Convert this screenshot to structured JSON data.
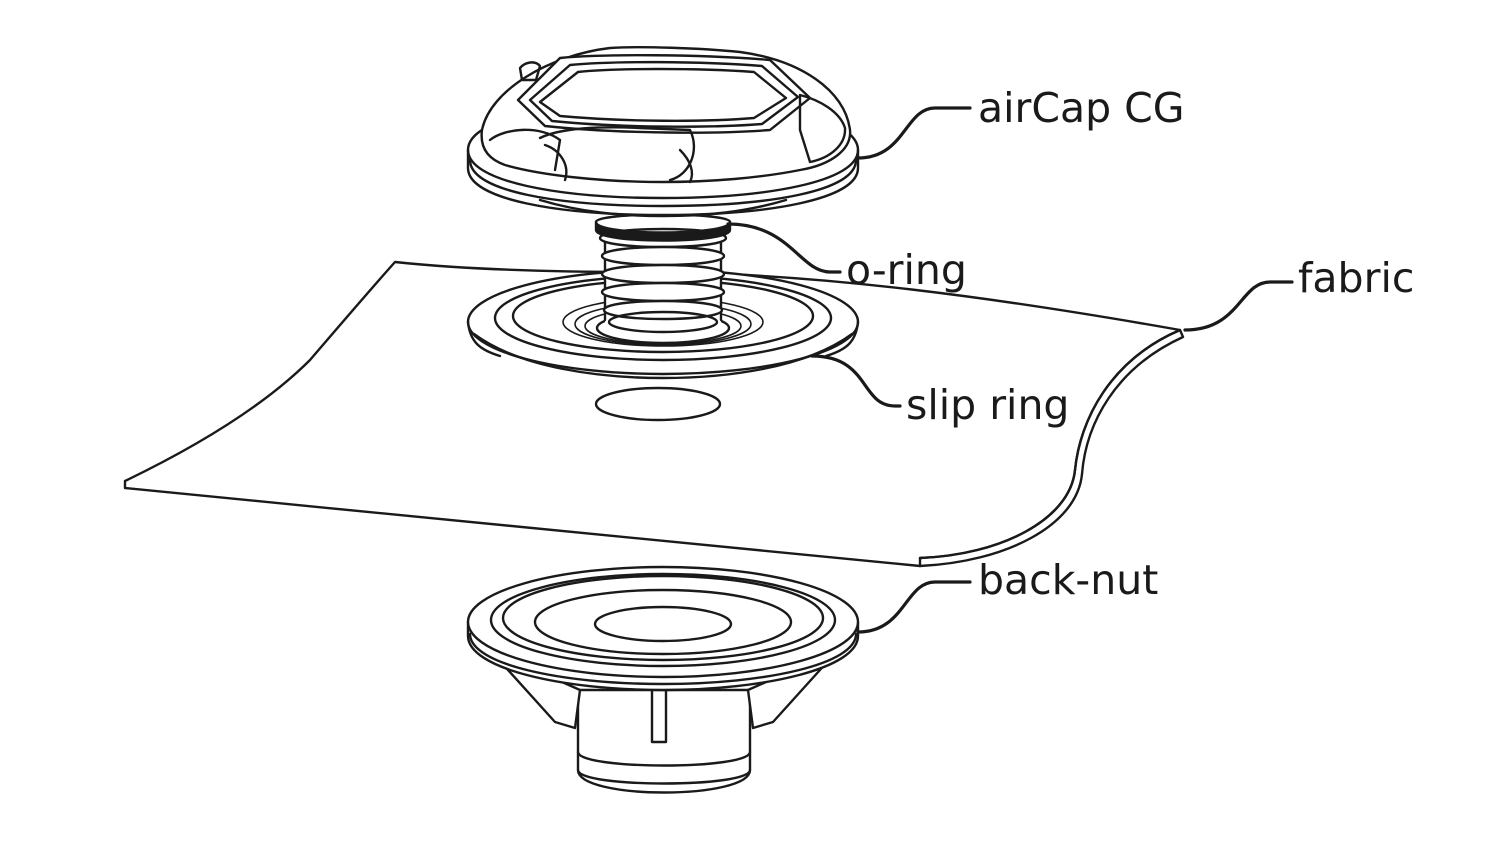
{
  "diagram": {
    "labels": {
      "aircap": "airCap CG",
      "oring": "o-ring",
      "fabric": "fabric",
      "slipring": "slip ring",
      "backnut": "back-nut"
    },
    "line_color": "#1a1a1a",
    "background": "#ffffff"
  }
}
